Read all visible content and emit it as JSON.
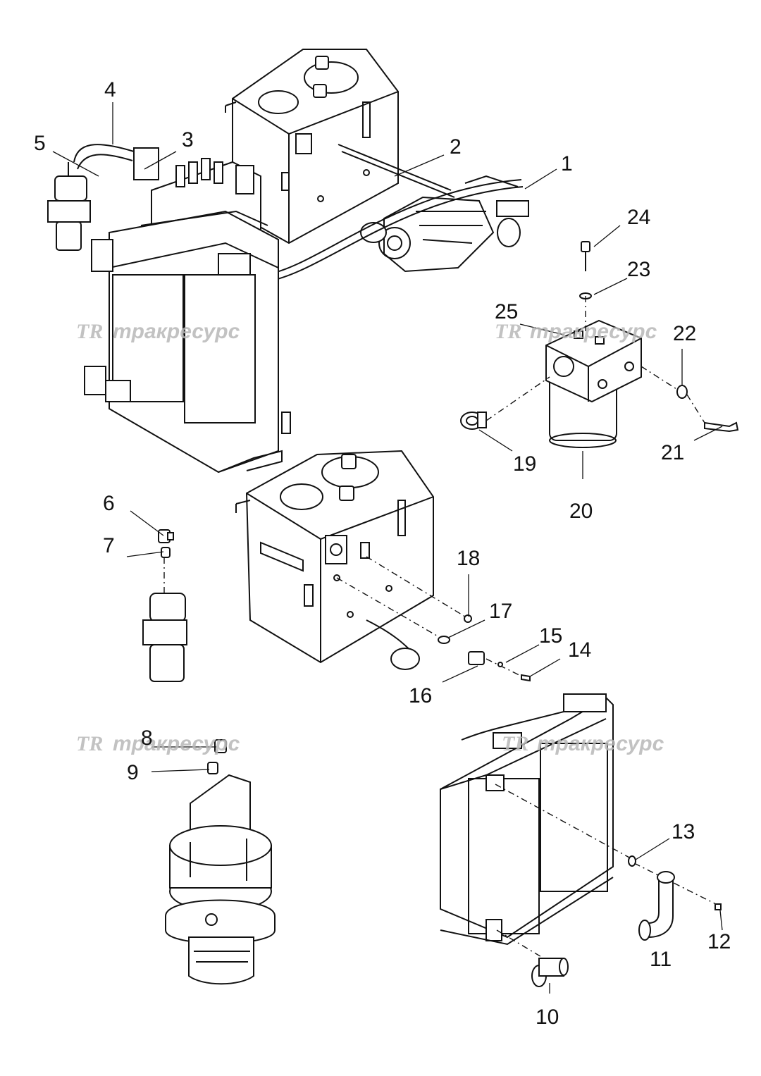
{
  "watermark": {
    "logo": "TR",
    "text": "тракресурс"
  },
  "callouts": [
    {
      "id": "1",
      "label": "1"
    },
    {
      "id": "2",
      "label": "2"
    },
    {
      "id": "3",
      "label": "3"
    },
    {
      "id": "4",
      "label": "4"
    },
    {
      "id": "5",
      "label": "5"
    },
    {
      "id": "6",
      "label": "6"
    },
    {
      "id": "7",
      "label": "7"
    },
    {
      "id": "8",
      "label": "8"
    },
    {
      "id": "9",
      "label": "9"
    },
    {
      "id": "10",
      "label": "10"
    },
    {
      "id": "11",
      "label": "11"
    },
    {
      "id": "12",
      "label": "12"
    },
    {
      "id": "13",
      "label": "13"
    },
    {
      "id": "14",
      "label": "14"
    },
    {
      "id": "15",
      "label": "15"
    },
    {
      "id": "16",
      "label": "16"
    },
    {
      "id": "17",
      "label": "17"
    },
    {
      "id": "18",
      "label": "18"
    },
    {
      "id": "19",
      "label": "19"
    },
    {
      "id": "20",
      "label": "20"
    },
    {
      "id": "21",
      "label": "21"
    },
    {
      "id": "22",
      "label": "22"
    },
    {
      "id": "23",
      "label": "23"
    },
    {
      "id": "24",
      "label": "24"
    },
    {
      "id": "25",
      "label": "25"
    }
  ]
}
